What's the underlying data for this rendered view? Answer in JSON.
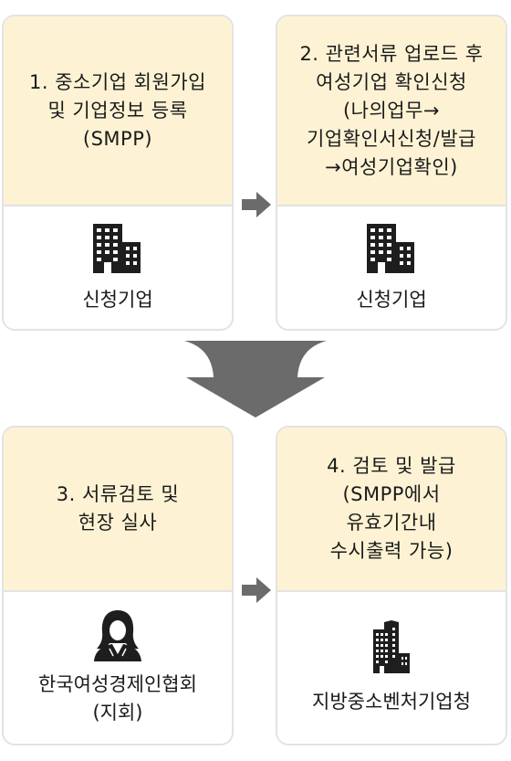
{
  "steps": [
    {
      "step_text": "1. 중소기업 회원가입\n및 기업정보 등록\n(SMPP)",
      "icon": "company-building-icon",
      "role": "신청기업"
    },
    {
      "step_text": "2. 관련서류 업로드 후\n여성기업 확인신청\n(나의업무→\n기업확인서신청/발급\n→여성기업확인)",
      "icon": "company-building-icon",
      "role": "신청기업"
    },
    {
      "step_text": "3. 서류검토 및\n현장 실사",
      "icon": "woman-person-icon",
      "role": "한국여성경제인협회\n(지회)"
    },
    {
      "step_text": "4. 검토 및 발급\n(SMPP에서\n유효기간내\n수시출력 가능)",
      "icon": "government-tower-icon",
      "role": "지방중소벤처기업청"
    }
  ],
  "colors": {
    "header_bg": "#fdf3d4",
    "border": "#e3e3e3",
    "arrow": "#6b6b6b",
    "icon": "#1e1e1e"
  }
}
